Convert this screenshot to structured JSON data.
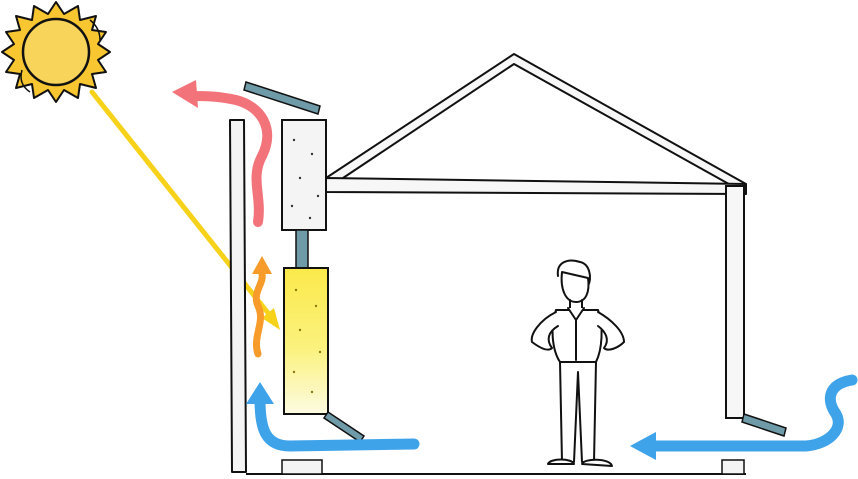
{
  "diagram": {
    "description_elements": [
      "sun-icon",
      "sun-ray-arrow",
      "hot-air-exhaust-arrow",
      "warm-air-rising-arrow",
      "cool-air-inlet-arrow",
      "cool-air-intake-arrow",
      "person-figure"
    ]
  },
  "colors": {
    "sun_fill": "#f7c631",
    "sun_ray": "#f6d21a",
    "hot_air": "#f2747a",
    "warm_air": "#f79b2a",
    "cool_air": "#3fa3ea",
    "wall_gray": "#f2f2f2",
    "stone_fill": "#f4f4f4",
    "heated_panel": "#f9ec6a",
    "vent_flap": "#6f9aa8",
    "outline": "#111111"
  }
}
